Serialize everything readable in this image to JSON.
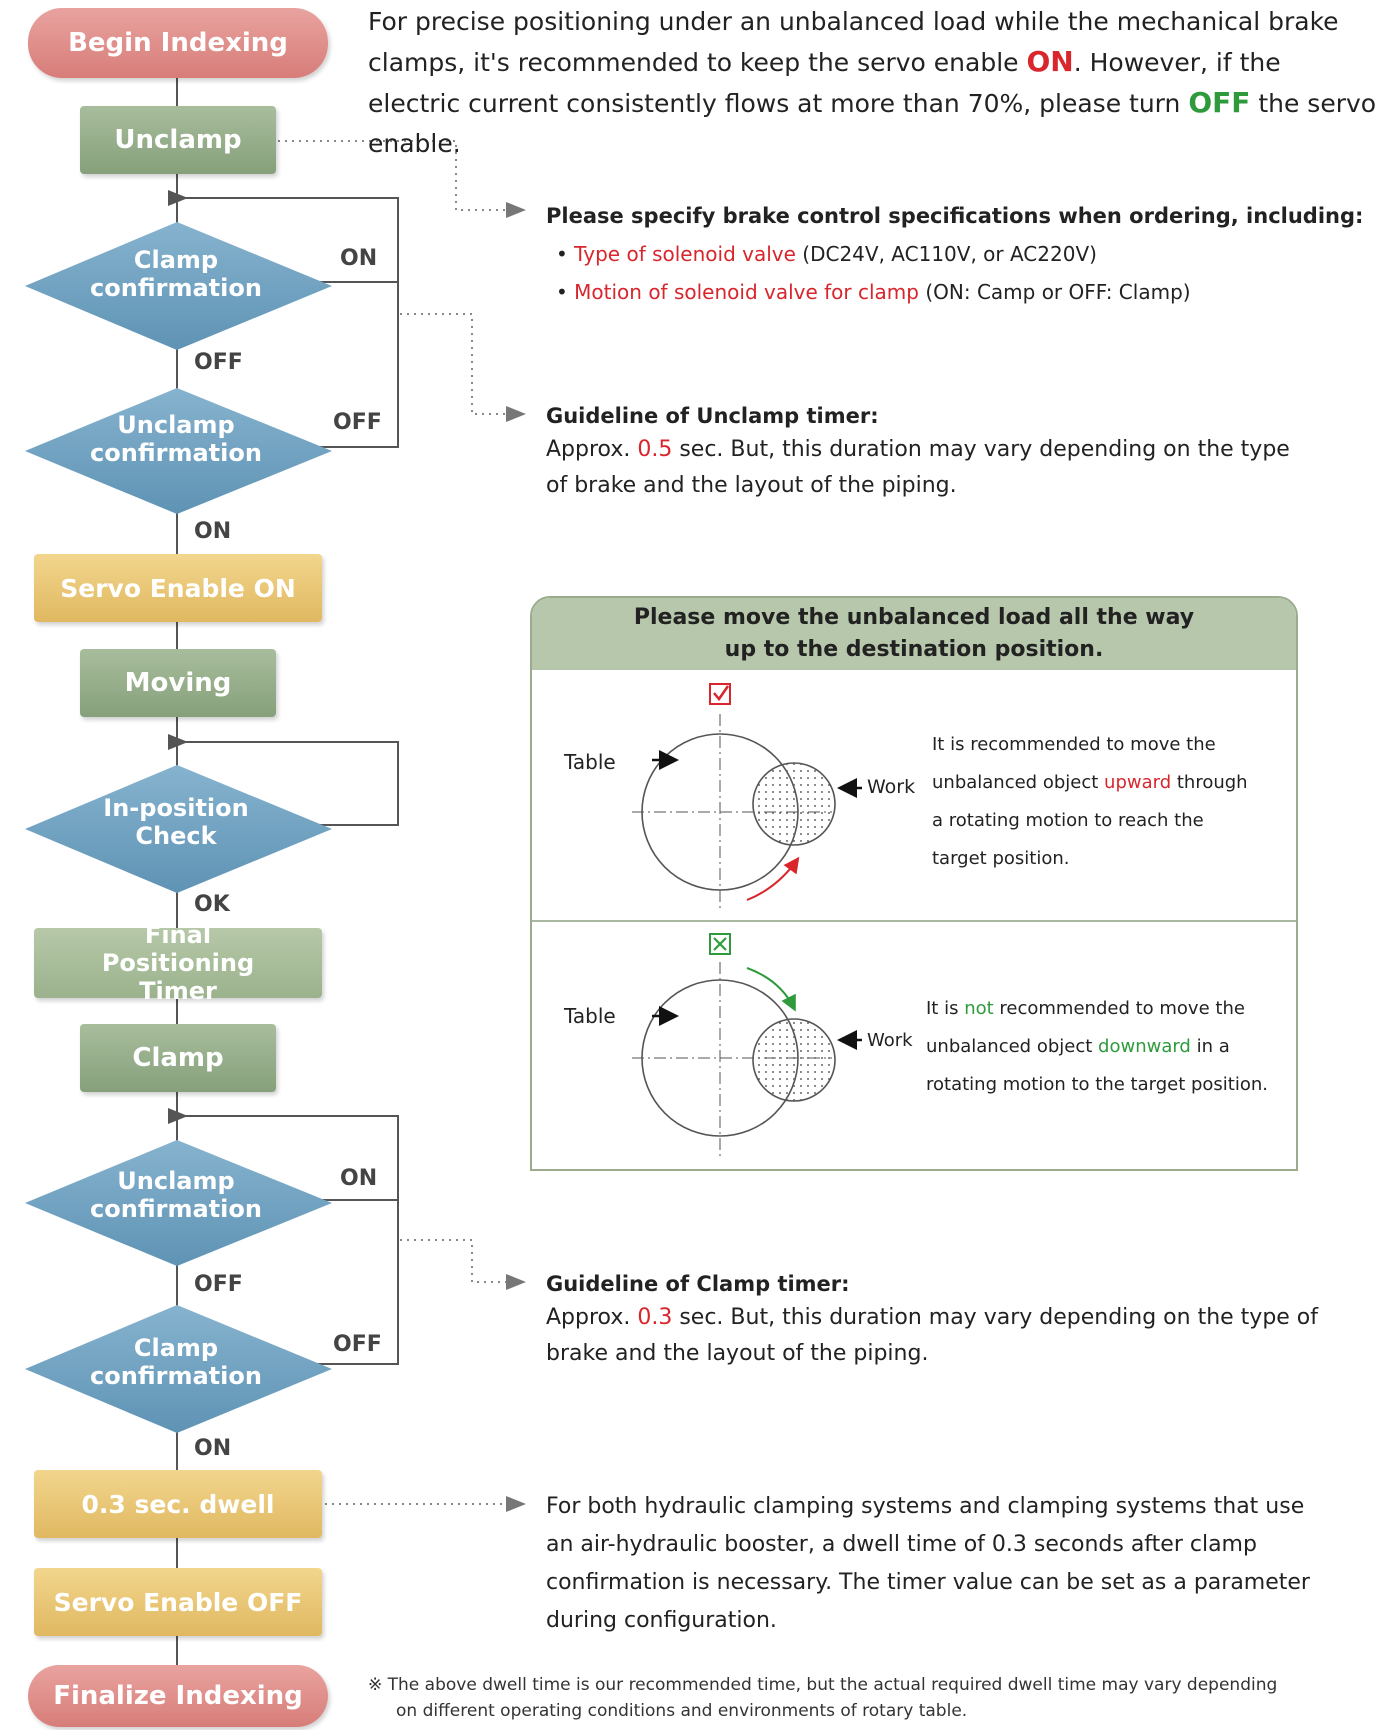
{
  "flow": {
    "begin": "Begin Indexing",
    "unclamp": "Unclamp",
    "clamp_conf_1": "Clamp confirmation",
    "unclamp_conf_1": "Unclamp confirmation",
    "servo_on": "Servo Enable ON",
    "moving": "Moving",
    "inposition": "In-position Check",
    "final_timer": "Final Positioning Timer",
    "clamp": "Clamp",
    "unclamp_conf_2": "Unclamp confirmation",
    "clamp_conf_2": "Clamp confirmation",
    "dwell": "0.3 sec. dwell",
    "servo_off": "Servo Enable OFF",
    "finalize": "Finalize Indexing",
    "labels": {
      "on": "ON",
      "off": "OFF",
      "ok": "OK"
    }
  },
  "top_note": {
    "part1": "For precise positioning under an unbalanced load while the mechanical brake clamps, it's recommended to keep the servo enable ",
    "on": "ON",
    "part2": ". However, if the electric current consistently flows at more than 70%, please turn ",
    "off": "OFF",
    "part3": " the servo enable."
  },
  "brake_spec": {
    "title": "Please specify brake control specifications when ordering, including:",
    "item1_red": "Type of solenoid valve",
    "item1_rest": " (DC24V, AC110V, or AC220V)",
    "item2_red": "Motion of solenoid valve for clamp",
    "item2_rest": " (ON: Camp or OFF: Clamp)"
  },
  "unclamp_timer": {
    "title": "Guideline of Unclamp timer:",
    "pre": "Approx. ",
    "value": "0.5",
    "post": " sec. But, this duration may vary depending on the type",
    "line2": "of brake and the layout of the piping."
  },
  "panel": {
    "title_line1": "Please move the unbalanced load all the way",
    "title_line2": "up to the destination position.",
    "table_label": "Table",
    "work_label": "Work",
    "good": {
      "l1": "It is recommended to move the",
      "l2_pre": "unbalanced object ",
      "l2_red": "upward",
      "l2_post": " through",
      "l3": "a rotating motion to reach the",
      "l4": "target position."
    },
    "bad": {
      "l1_pre": "It is ",
      "l1_green": "not",
      "l1_post": " recommended to move the",
      "l2_pre": "unbalanced object ",
      "l2_green": "downward",
      "l2_post": " in a",
      "l3": "rotating motion to the target position."
    }
  },
  "clamp_timer": {
    "title": "Guideline of Clamp timer:",
    "pre": "Approx. ",
    "value": "0.3",
    "post": " sec. But, this duration may vary depending on the type of",
    "line2": "brake and the layout of the piping."
  },
  "dwell_note": {
    "l1": "For both hydraulic clamping systems and clamping systems that use",
    "l2": "an air-hydraulic booster, a dwell time of 0.3 seconds after clamp",
    "l3": "confirmation is necessary. The timer value can be set as a parameter",
    "l4": "during configuration."
  },
  "footnote": {
    "l1": "※ The above dwell time is our recommended time, but the actual required dwell time may vary depending",
    "l2": "on different operating conditions and environments of rotary table."
  },
  "colors": {
    "red_pill": "#d97f7b",
    "green_box": "#8fa884",
    "blue_diamond": "#6a9fbf",
    "yellow_box": "#e6c06d",
    "accent_red": "#d8262c",
    "accent_green": "#2e9a3c"
  }
}
